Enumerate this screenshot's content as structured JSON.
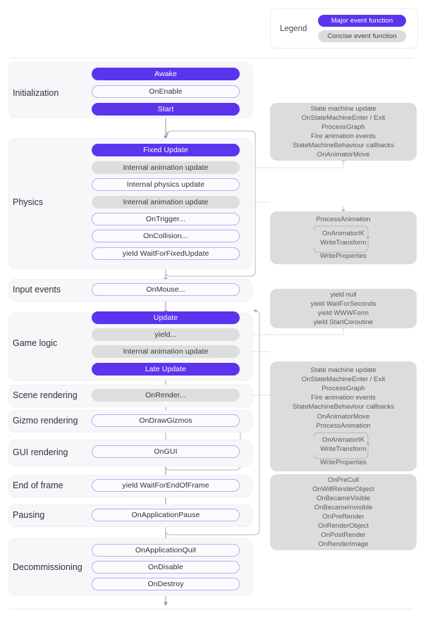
{
  "legend": {
    "title": "Legend",
    "major_label": "Major event function",
    "concise_label": "Concise event function",
    "major_color": "#5b35ee",
    "concise_color": "#dcdcdc"
  },
  "sections": [
    {
      "name": "Initialization",
      "label": "Initialization",
      "nodes": [
        {
          "label": "Awake",
          "kind": "major"
        },
        {
          "label": "OnEnable",
          "kind": "plain"
        },
        {
          "label": "Start",
          "kind": "major"
        }
      ]
    },
    {
      "name": "Physics",
      "label": "Physics",
      "nodes": [
        {
          "label": "Fixed Update",
          "kind": "major"
        },
        {
          "label": "Internal animation update",
          "kind": "concise"
        },
        {
          "label": "Internal physics update",
          "kind": "plain"
        },
        {
          "label": "Internal animation update",
          "kind": "concise"
        },
        {
          "label": "OnTrigger...",
          "kind": "plain"
        },
        {
          "label": "OnCollision...",
          "kind": "plain"
        },
        {
          "label": "yield WaitForFixedUpdate",
          "kind": "plain"
        }
      ]
    },
    {
      "name": "Input events",
      "label": "Input events",
      "nodes": [
        {
          "label": "OnMouse...",
          "kind": "plain"
        }
      ]
    },
    {
      "name": "Game logic",
      "label": "Game logic",
      "nodes": [
        {
          "label": "Update",
          "kind": "major"
        },
        {
          "label": "yield...",
          "kind": "concise"
        },
        {
          "label": "Internal animation update",
          "kind": "concise"
        },
        {
          "label": "Late Update",
          "kind": "major"
        }
      ]
    },
    {
      "name": "Scene rendering",
      "label": "Scene rendering",
      "nodes": [
        {
          "label": "OnRender...",
          "kind": "concise"
        }
      ]
    },
    {
      "name": "Gizmo rendering",
      "label": "Gizmo rendering",
      "nodes": [
        {
          "label": "OnDrawGizmos",
          "kind": "plain"
        }
      ]
    },
    {
      "name": "GUI rendering",
      "label": "GUI rendering",
      "nodes": [
        {
          "label": "OnGUI",
          "kind": "plain"
        }
      ]
    },
    {
      "name": "End of frame",
      "label": "End of frame",
      "nodes": [
        {
          "label": "yield WaitForEndOfFrame",
          "kind": "plain"
        }
      ]
    },
    {
      "name": "Pausing",
      "label": "Pausing",
      "nodes": [
        {
          "label": "OnApplicationPause",
          "kind": "plain"
        }
      ]
    },
    {
      "name": "Decommissioning",
      "label": "Decommissioning",
      "nodes": [
        {
          "label": "OnApplicationQuit",
          "kind": "plain"
        },
        {
          "label": "OnDisable",
          "kind": "plain"
        },
        {
          "label": "OnDestroy",
          "kind": "plain"
        }
      ]
    }
  ],
  "panels": [
    {
      "name": "animation-update-panel",
      "lines": [
        "State machine update",
        "OnStateMachineEnter / Exit",
        "ProcessGraph",
        "Fire animation events",
        "StateMachineBehaviour callbacks",
        "OnAnimatorMove"
      ],
      "loop_lines": [],
      "tail_lines": []
    },
    {
      "name": "process-animation-panel",
      "lines": [
        "ProcessAnimation"
      ],
      "loop_lines": [
        "OnAnimatorIK",
        "WriteTransform"
      ],
      "tail_lines": [
        "WriteProperties"
      ]
    },
    {
      "name": "yield-panel",
      "lines": [
        "yield null",
        "yield WaitForSeconds",
        "yield WWWForm",
        "yield StartCoroutine"
      ],
      "loop_lines": [],
      "tail_lines": []
    },
    {
      "name": "late-animation-panel",
      "lines": [
        "State machine update",
        "OnStateMachineEnter / Exit",
        "ProcessGraph",
        "Fire animation events",
        "StateMachineBehaviour callbacks",
        "OnAnimatorMove",
        "ProcessAnimation"
      ],
      "loop_lines": [
        "OnAnimatorIK",
        "WriteTransform"
      ],
      "tail_lines": [
        "WriteProperties"
      ]
    },
    {
      "name": "scene-rendering-panel",
      "lines": [
        "OnPreCull",
        "OnWillRenderObject",
        "OnBecameVisible",
        "OnBecameInvisible",
        "OnPreRender",
        "OnRenderObject",
        "OnPostRender",
        "OnRenderImage"
      ],
      "loop_lines": [],
      "tail_lines": []
    }
  ]
}
